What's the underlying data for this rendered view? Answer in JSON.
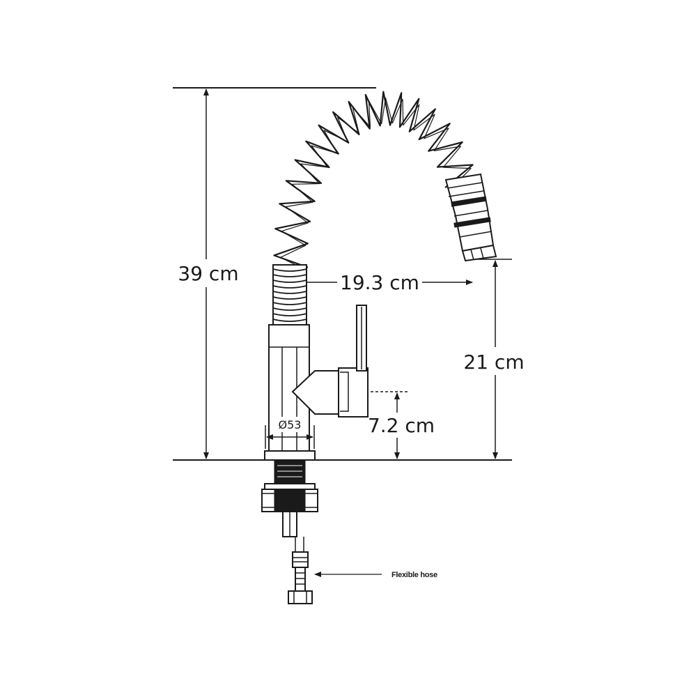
{
  "dimensions": {
    "total_height": "39 cm",
    "reach": "19.3 cm",
    "spout_height": "21 cm",
    "handle_height": "7.2 cm",
    "diameter": "Ø53"
  },
  "callouts": {
    "flexible_hose": "Flexible hose"
  },
  "colors": {
    "line": "#1a1a1a",
    "background": "#ffffff"
  }
}
